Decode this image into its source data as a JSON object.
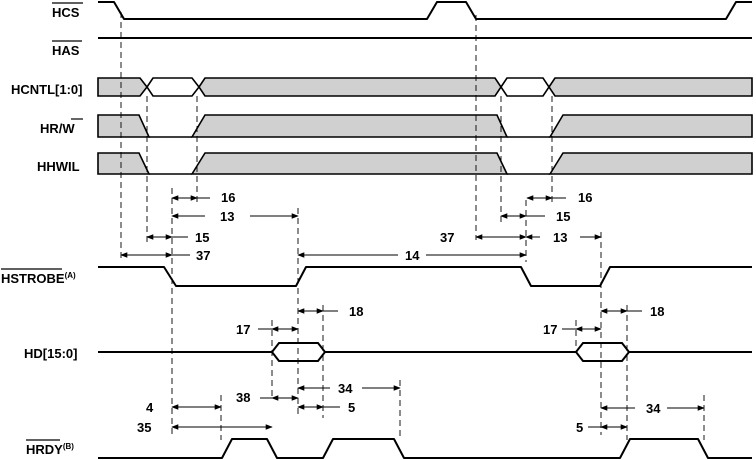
{
  "signals": {
    "hcs": "HCS",
    "has": "HAS",
    "hcntl": "HCNTL[1:0]",
    "hrw_prefix": "HR/",
    "hrw_suffix": "W",
    "hhwil": "HHWIL",
    "hstrobe": "HSTROBE",
    "hstrobe_note": "(A)",
    "hd": "HD[15:0]",
    "hrdy": "HRDY",
    "hrdy_note": "(B)"
  },
  "timing_labels": {
    "t16a": "16",
    "t13a": "13",
    "t15a": "15",
    "t37a": "37",
    "t14": "14",
    "t37b": "37",
    "t15b": "15",
    "t16b": "16",
    "t13b": "13",
    "t17a": "17",
    "t18a": "18",
    "t17b": "17",
    "t18b": "18",
    "t34a": "34",
    "t38": "38",
    "t4": "4",
    "t5a": "5",
    "t35": "35",
    "t34b": "34",
    "t5b": "5"
  }
}
